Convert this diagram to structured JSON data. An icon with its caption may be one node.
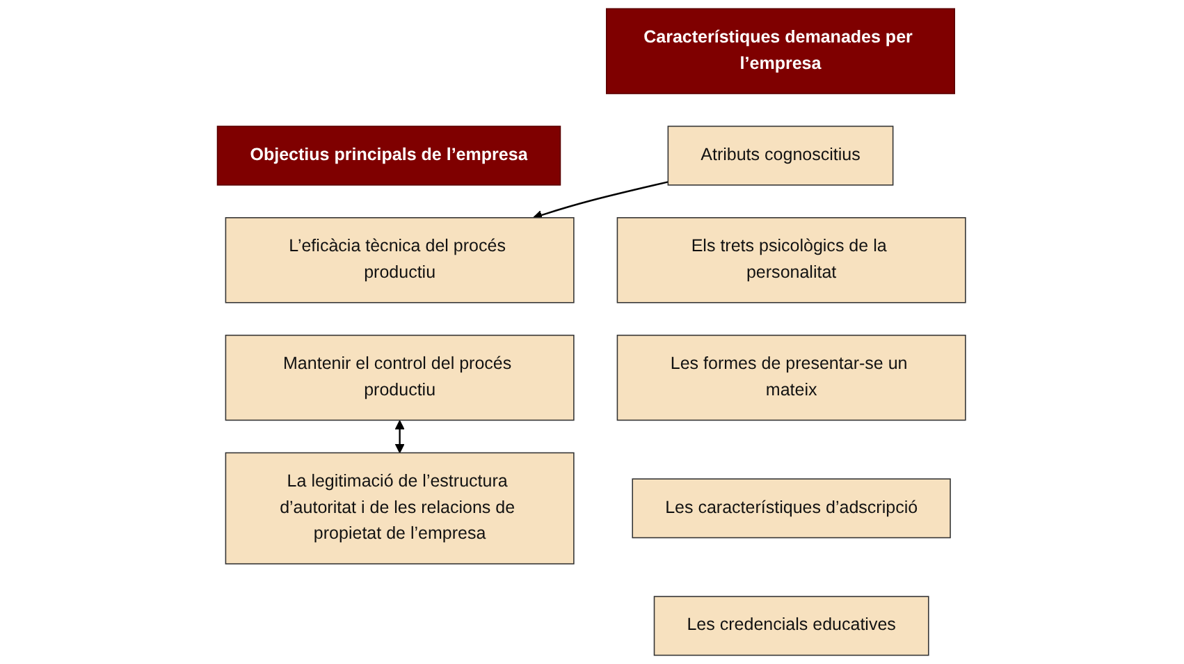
{
  "diagram": {
    "nodes": [
      {
        "text": [
          "Objectius principals de l’empresa"
        ]
      },
      {
        "text": [
          "Característiques demanades per l’empresa"
        ]
      },
      {
        "text": [
          "L’eficàcia tècnica del procés productiu"
        ]
      },
      {
        "text": [
          "Atributs cognoscitius"
        ]
      },
      {
        "text": [
          "Mantenir el control del procés productiu"
        ]
      },
      {
        "text": [
          "La legitimació de l’estructura d’autoritat i de les relacions de propietat de l’empresa"
        ]
      },
      {
        "text": [
          "Els trets psicològics de la personalitat"
        ]
      },
      {
        "text": [
          "Les formes de presentar-se un mateix"
        ]
      },
      {
        "text": [
          "Les característiques d’adscripció"
        ]
      },
      {
        "text": [
          "Les credencials educatives"
        ]
      }
    ],
    "edges": [
      {
        "from": 3,
        "to": 2,
        "arrow": "to"
      },
      {
        "from": 4,
        "to": 5,
        "arrow": "both"
      }
    ]
  }
}
